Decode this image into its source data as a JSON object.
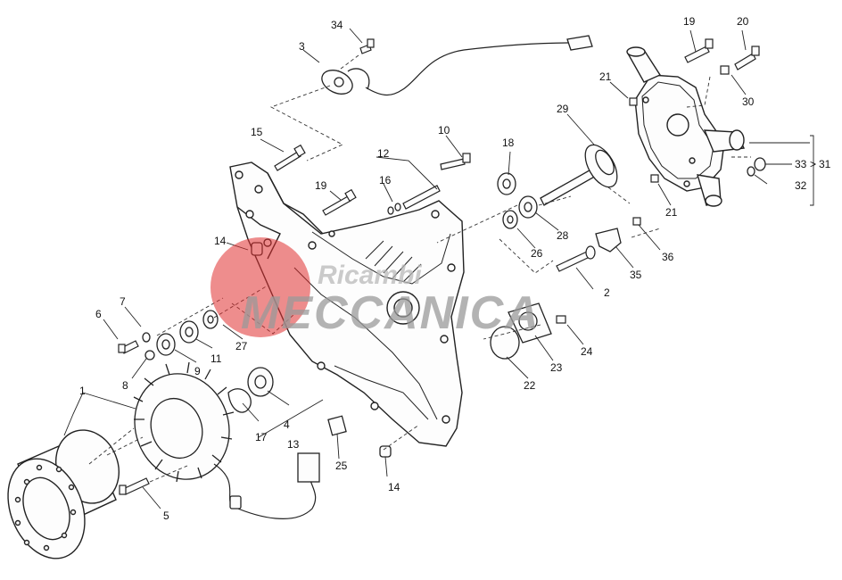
{
  "watermark": {
    "line1": "Ricambi",
    "line2": "MECCANICA",
    "circle_color": "#e03030",
    "text_color": "#9a9a9a",
    "line1_color": "#b8b8b8"
  },
  "part_numbers": [
    "1",
    "2",
    "3",
    "4",
    "5",
    "6",
    "7",
    "8",
    "9",
    "10",
    "11",
    "12",
    "13",
    "14",
    "15",
    "16",
    "17",
    "18",
    "19",
    "20",
    "21",
    "22",
    "23",
    "24",
    "25",
    "26",
    "27",
    "28",
    "29",
    "30",
    "31",
    "32",
    "33",
    "34",
    "35",
    "36"
  ],
  "callouts": {
    "n1": "1",
    "n2": "2",
    "n3": "3",
    "n4": "4",
    "n5": "5",
    "n6": "6",
    "n7": "7",
    "n8": "8",
    "n9": "9",
    "n10": "10",
    "n11": "11",
    "n12": "12",
    "n13": "13",
    "n14a": "14",
    "n14b": "14",
    "n15": "15",
    "n16": "16",
    "n17": "17",
    "n18": "18",
    "n19a": "19",
    "n19b": "19",
    "n20": "20",
    "n21a": "21",
    "n21b": "21",
    "n22": "22",
    "n23": "23",
    "n24": "24",
    "n25": "25",
    "n26": "26",
    "n27": "27",
    "n28": "28",
    "n29": "29",
    "n30": "30",
    "n31": "31",
    "n32": "32",
    "n33": "33",
    "n34": "34",
    "n35": "35",
    "n36": "36"
  }
}
